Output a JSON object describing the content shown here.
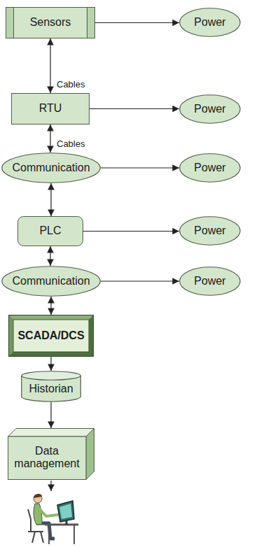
{
  "diagram": {
    "nodes": [
      {
        "text": [
          "Sensors"
        ]
      },
      {
        "text": [
          "Power"
        ]
      },
      {
        "text": [
          "RTU"
        ]
      },
      {
        "text": [
          "Power"
        ]
      },
      {
        "text": [
          "Communication"
        ]
      },
      {
        "text": [
          "Power"
        ]
      },
      {
        "text": [
          "PLC"
        ]
      },
      {
        "text": [
          "Power"
        ]
      },
      {
        "text": [
          "Communication"
        ]
      },
      {
        "text": [
          "Power"
        ]
      },
      {
        "text": [
          "SCADA/DCS"
        ]
      },
      {
        "text": [
          "Historian"
        ]
      },
      {
        "text": [
          "Data management"
        ]
      }
    ],
    "edges": [
      {
        "from": 0,
        "to": 1,
        "arrow": "to"
      },
      {
        "from": 0,
        "to": 2,
        "label": "Cables",
        "arrow": "both"
      },
      {
        "from": 2,
        "to": 3,
        "arrow": "to"
      },
      {
        "from": 2,
        "to": 4,
        "label": "Cables",
        "arrow": "both"
      },
      {
        "from": 4,
        "to": 5,
        "arrow": "to"
      },
      {
        "from": 4,
        "to": 6,
        "arrow": "both"
      },
      {
        "from": 6,
        "to": 7,
        "arrow": "to"
      },
      {
        "from": 6,
        "to": 8,
        "arrow": "both"
      },
      {
        "from": 8,
        "to": 9,
        "arrow": "to"
      },
      {
        "from": 8,
        "to": 10,
        "arrow": "both"
      },
      {
        "from": 10,
        "to": 11,
        "arrow": "to"
      },
      {
        "from": 11,
        "to": 12,
        "arrow": "to"
      }
    ]
  }
}
